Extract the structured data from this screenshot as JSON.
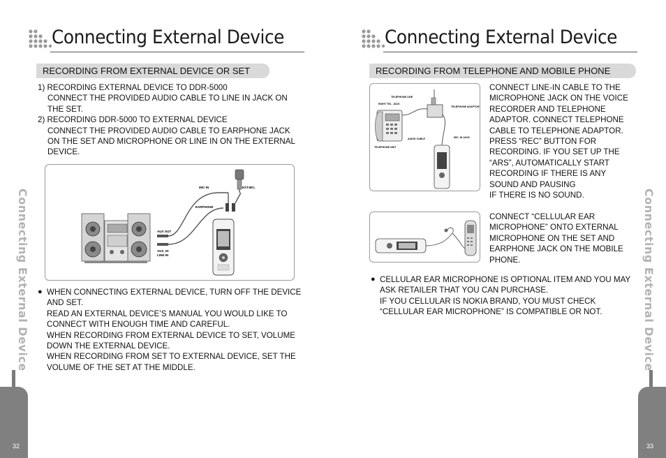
{
  "left": {
    "title": "Connecting External Device",
    "section_title": "RECORDING FROM EXTERNAL DEVICE OR SET",
    "steps": [
      {
        "heading": "1) RECORDING EXTERNAL DEVICE TO DDR-5000",
        "body": "CONNECT THE PROVIDED AUDIO CABLE TO LINE IN JACK ON THE SET."
      },
      {
        "heading": "2) RECORDING DDR-5000 TO EXTERNAL DEVICE",
        "body": "CONNECT THE PROVIDED AUDIO CABLE TO EARPHONE JACK ON THE SET AND MICROPHONE OR LINE IN ON THE EXTERNAL DEVICE."
      }
    ],
    "diagram_labels": {
      "mic_in": "MIC-IN",
      "ext_mic": "EXT.MIC.",
      "earphone": "EARPHONE",
      "aux_out": "AUX OUT",
      "aux_in": "AUX_IN",
      "line_in": "LINE-IN"
    },
    "notes": [
      "WHEN CONNECTING EXTERNAL DEVICE, TURN OFF THE DEVICE AND SET.",
      "READ AN EXTERNAL DEVICE’S MANUAL YOU WOULD LIKE TO CONNECT WITH ENOUGH TIME AND CAREFUL.",
      "WHEN RECORDING FROM EXTERNAL DEVICE TO SET, VOLUME DOWN THE EXTERNAL DEVICE.",
      "WHEN RECORDING FROM SET TO EXTERNAL DEVICE, SET THE VOLUME OF THE SET AT THE MIDDLE."
    ],
    "side_label": "Connecting External Device",
    "page_number": "32"
  },
  "right": {
    "title": "Connecting External Device",
    "section_title": "RECORDING FROM TELEPHONE AND MOBILE PHONE",
    "telephone_text": "CONNECT LINE-IN CABLE TO THE MICROPHONE JACK ON THE VOICE RECORDER AND TELEPHONE ADAPTOR. CONNECT TELEPHONE CABLE TO TELEPHONE ADAPTOR. PRESS “REC” BUTTON FOR RECORDING. IF YOU SET UP THE “ARS”, AUTOMATICALLY START RECORDING IF THERE IS ANY SOUND AND PAUSING",
    "telephone_text_2": "IF THERE IS NO SOUND.",
    "telephone_labels": {
      "telephone_line": "TELEPHONE LINE",
      "right_tel_jack": "RIGHT TEL_JACK",
      "telephone_adaptor": "TELEPHONE ADAPTOR",
      "audio_cable": "AUDIO CABLE",
      "mic_in_jack": "MIC_IN JACK",
      "telephone_unit": "TELEPHONE UNIT"
    },
    "mobile_text": "CONNECT “CELLULAR EAR MICROPHONE” ONTO EXTERNAL MICROPHONE ON THE SET AND EARPHONE JACK ON THE MOBILE PHONE.",
    "notes": [
      "CELLULAR EAR MICROPHONE IS OPTIONAL ITEM AND YOU MAY ASK RETAILER THAT YOU CAN PURCHASE.",
      "IF YOU CELLULAR IS NOKIA BRAND, YOU MUST CHECK “CELLULAR EAR MICROPHONE” IS COMPATIBLE OR NOT."
    ],
    "side_label": "Connecting External Device",
    "page_number": "33"
  },
  "colors": {
    "pill": "#d9d9d9",
    "tab": "#808080",
    "side_label": "#b3b3b3"
  },
  "icons": [
    "title-dots-icon",
    "bullet-icon"
  ]
}
